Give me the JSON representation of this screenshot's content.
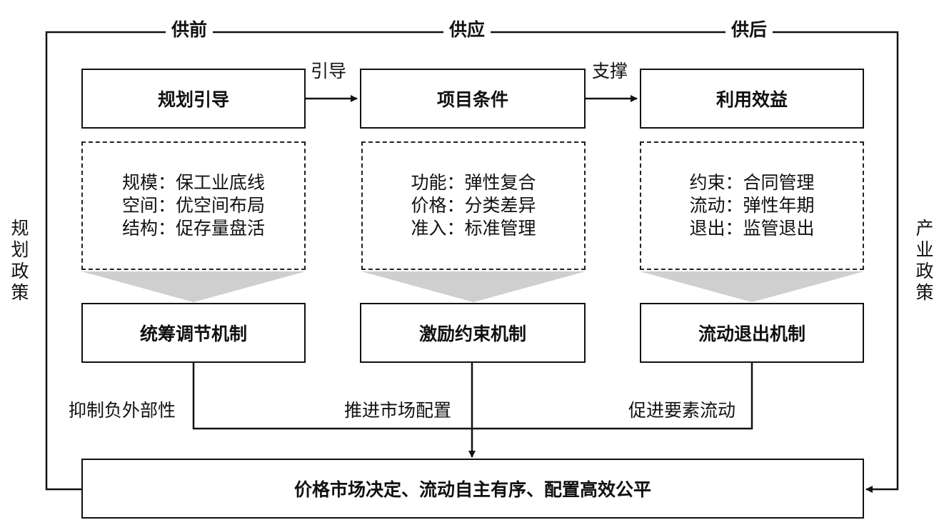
{
  "phases": {
    "pre": "供前",
    "supply": "供应",
    "post": "供后"
  },
  "side_policies": {
    "left": "规划政策",
    "right": "产业政策"
  },
  "top_boxes": {
    "planning": "规划引导",
    "project": "项目条件",
    "benefit": "利用效益"
  },
  "arrow_labels": {
    "guide": "引导",
    "support": "支撑"
  },
  "details": {
    "planning": [
      "规模：保工业底线",
      "空间：优空间布局",
      "结构：促存量盘活"
    ],
    "project": [
      "功能：弹性复合",
      "价格：分类差异",
      "准入：标准管理"
    ],
    "benefit": [
      "约束：合同管理",
      "流动：弹性年期",
      "退出：监管退出"
    ]
  },
  "mechanisms": {
    "coordination": "统筹调节机制",
    "incentive": "激励约束机制",
    "exit": "流动退出机制"
  },
  "effects": {
    "suppress": "抑制负外部性",
    "market": "推进市场配置",
    "flow": "促进要素流动"
  },
  "goal": "价格市场决定、流动自主有序、配置高效公平"
}
